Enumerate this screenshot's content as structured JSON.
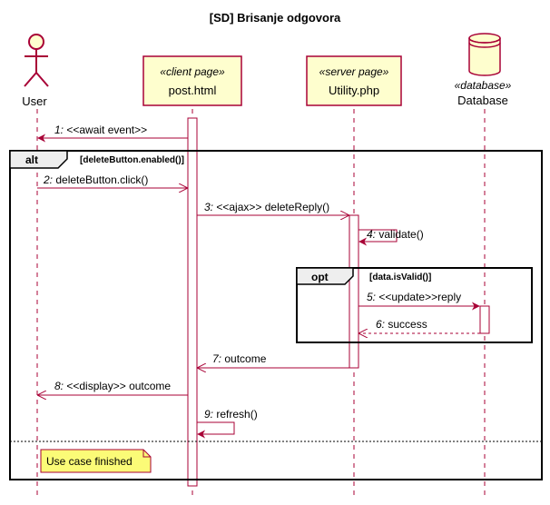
{
  "title": "[SD] Brisanje odgovora",
  "participants": [
    {
      "id": "user",
      "kind": "actor",
      "name": "User",
      "stereotype": ""
    },
    {
      "id": "post",
      "kind": "participant",
      "name": "post.html",
      "stereotype": "«client page»"
    },
    {
      "id": "utility",
      "kind": "participant",
      "name": "Utility.php",
      "stereotype": "«server page»"
    },
    {
      "id": "db",
      "kind": "database",
      "name": "Database",
      "stereotype": "«database»"
    }
  ],
  "messages": [
    {
      "num": "1:",
      "label": "<<await event>>"
    },
    {
      "num": "2:",
      "label": "deleteButton.click()"
    },
    {
      "num": "3:",
      "label": "<<ajax>> deleteReply()"
    },
    {
      "num": "4:",
      "label": "validate()"
    },
    {
      "num": "5:",
      "label": "<<update>>reply"
    },
    {
      "num": "6:",
      "label": "success"
    },
    {
      "num": "7:",
      "label": "outcome"
    },
    {
      "num": "8:",
      "label": "<<display>> outcome"
    },
    {
      "num": "9:",
      "label": "refresh()"
    }
  ],
  "frames": {
    "alt": {
      "keyword": "alt",
      "guard": "[deleteButton.enabled()]"
    },
    "opt": {
      "keyword": "opt",
      "guard": "[data.isValid()]"
    }
  },
  "note": "Use case finished",
  "colors": {
    "line": "#a80036",
    "participant_fill": "#fefece",
    "note_fill": "#fbfb77",
    "frame": "#000000"
  }
}
